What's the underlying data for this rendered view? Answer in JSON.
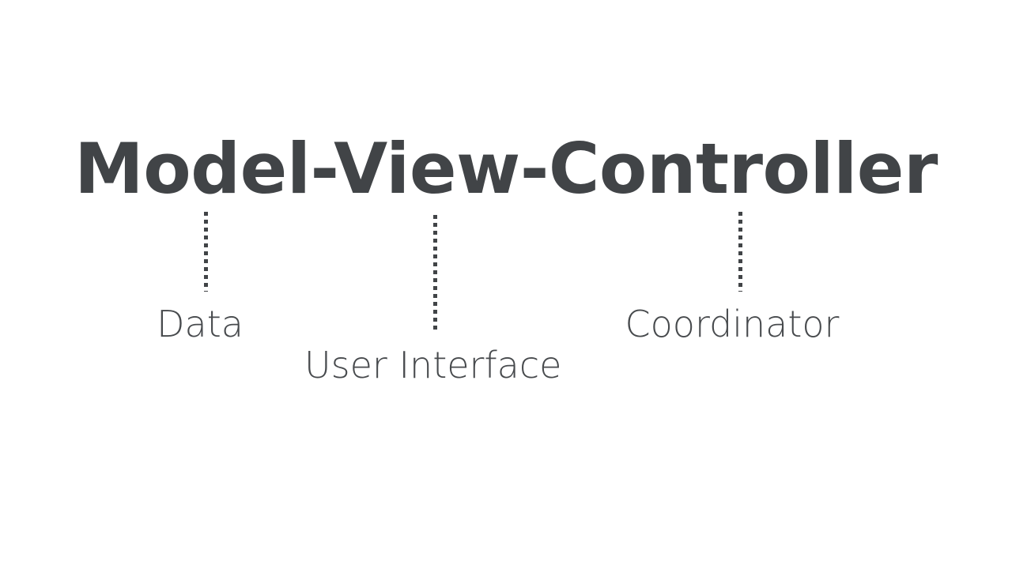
{
  "slide": {
    "background_color": "#ffffff",
    "text_color": "#414447",
    "label_color": "#474a4d",
    "title": "Model-View-Controller"
  },
  "diagram": {
    "type": "annotated-title-breakdown",
    "parts": [
      {
        "term": "Model",
        "label": "Data",
        "connector_name": "connector-model"
      },
      {
        "term": "View",
        "label": "User Interface",
        "connector_name": "connector-view"
      },
      {
        "term": "Controller",
        "label": "Coordinator",
        "connector_name": "connector-controller"
      }
    ]
  }
}
